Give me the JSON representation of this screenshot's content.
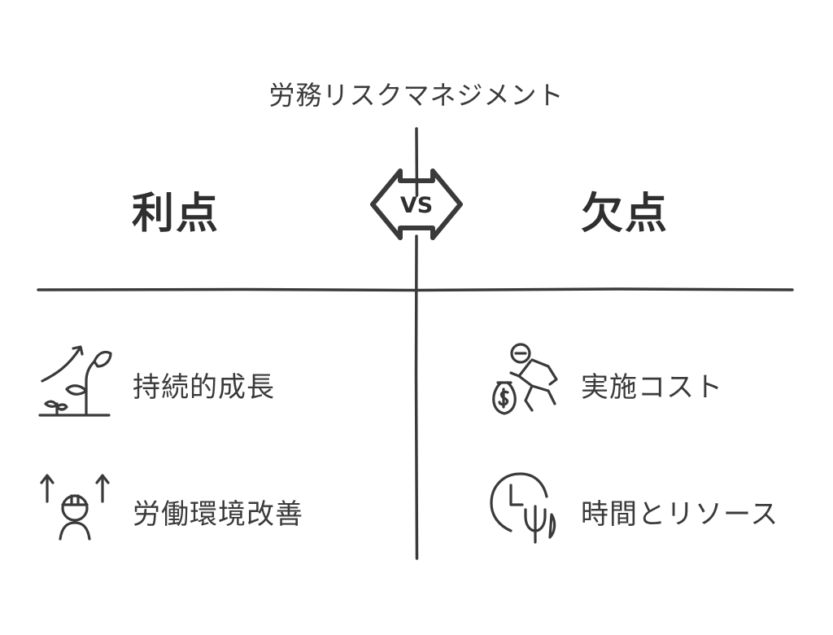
{
  "title": "労務リスクマネジメント",
  "vs_label": "VS",
  "left": {
    "heading": "利点",
    "items": [
      {
        "label": "持続的成長",
        "icon": "growth-plant-icon"
      },
      {
        "label": "労働環境改善",
        "icon": "worker-arrows-icon"
      }
    ]
  },
  "right": {
    "heading": "欠点",
    "items": [
      {
        "label": "実施コスト",
        "icon": "money-bag-running-icon"
      },
      {
        "label": "時間とリソース",
        "icon": "clock-tree-icon"
      }
    ]
  },
  "colors": {
    "ink": "#3a3a3a",
    "background": "#ffffff"
  }
}
